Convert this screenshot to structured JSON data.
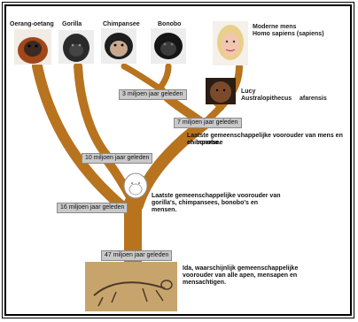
{
  "species": {
    "orangutan": "Oerang-oetang",
    "gorilla": "Gorilla",
    "chimpanzee": "Chimpansee",
    "bonobo": "Bonobo",
    "human_line1": "Moderne mens",
    "human_line2": "Homo sapiens (sapiens)",
    "lucy_line1": "Lucy",
    "lucy_line2": "Australopithecus",
    "lucy_line2b": "afarensis"
  },
  "times": {
    "t3": "3 miljoen jaar geleden",
    "t7": "7 miljoen jaar geleden",
    "t10": "10 miljoen jaar geleden",
    "t16": "16 miljoen jaar geleden",
    "t47": "47 miljoen jaar geleden"
  },
  "descriptions": {
    "human_chimp_l1": "Laatste gemeenschappelijke voorouder van mens en chimpansee",
    "human_chimp_l2": "en bonobo.",
    "great_apes_l1": "Laatste gemeenschappelijke voorouder van",
    "great_apes_l2": "gorilla's, chimpansees, bonobo's en",
    "great_apes_l3": "mensen.",
    "ida_l1": "Ida, waarschijnlijk gemeenschappelijke",
    "ida_l2": "voorouder van alle apen, mensapen en",
    "ida_l3": "mensachtigen."
  },
  "colors": {
    "branch": "#b8731f",
    "time_box": "#c9c9c9"
  },
  "icons": {
    "orangutan": "orangutan-photo",
    "gorilla": "gorilla-photo",
    "chimpanzee": "chimpanzee-photo",
    "bonobo": "bonobo-photo",
    "human": "human-photo",
    "lucy": "lucy-reconstruction",
    "ancestor": "ancestor-sketch",
    "ida": "ida-fossil"
  }
}
